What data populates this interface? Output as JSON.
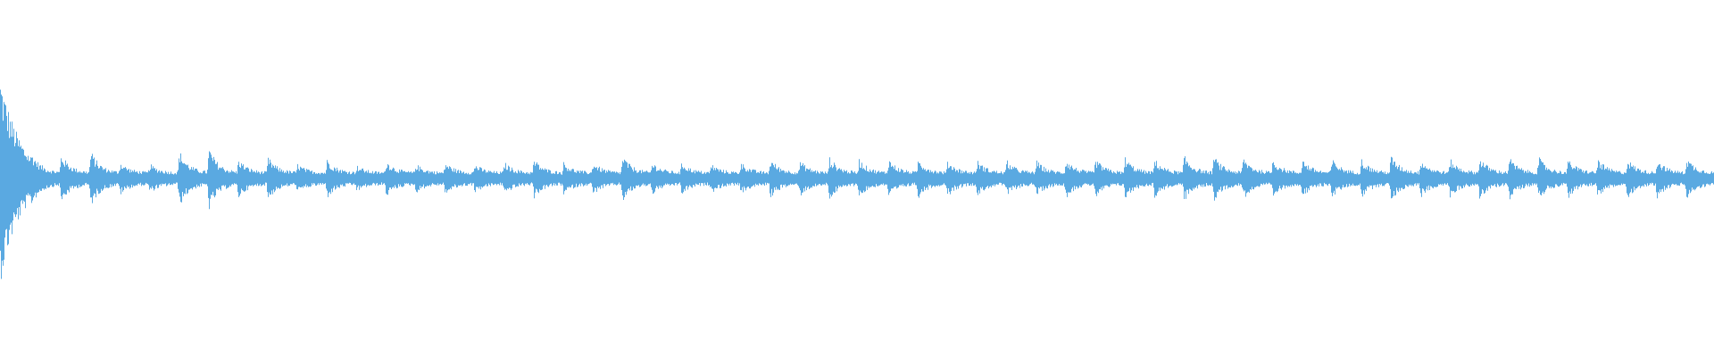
{
  "waveform": {
    "color": "#5aa9e1",
    "background": "#ffffff",
    "amplitude_scale": 1.0,
    "onset_peak": 0.62,
    "onset_decay_beats": 1.5,
    "base_level": 0.07,
    "beat_count": 58,
    "pulses": [
      0.24,
      0.16,
      0.15,
      0.17,
      0.1,
      0.09,
      0.17,
      0.19,
      0.12,
      0.13,
      0.09,
      0.12,
      0.08,
      0.11,
      0.09,
      0.1,
      0.09,
      0.1,
      0.12,
      0.1,
      0.1,
      0.14,
      0.1,
      0.1,
      0.09,
      0.1,
      0.12,
      0.11,
      0.13,
      0.12,
      0.12,
      0.12,
      0.11,
      0.11,
      0.11,
      0.11,
      0.12,
      0.12,
      0.13,
      0.12,
      0.14,
      0.14,
      0.13,
      0.12,
      0.12,
      0.12,
      0.12,
      0.14,
      0.12,
      0.12,
      0.13,
      0.13,
      0.13,
      0.12,
      0.12,
      0.12,
      0.12,
      0.13
    ]
  }
}
